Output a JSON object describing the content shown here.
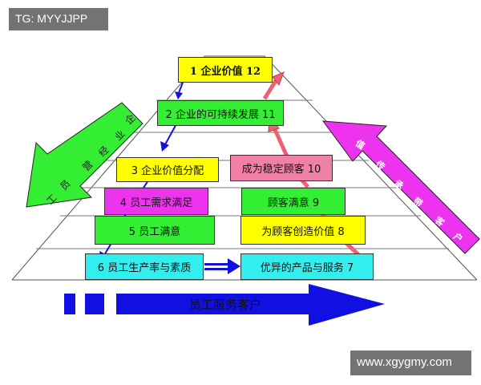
{
  "watermarks": {
    "top_left": "TG: MYYJJPP",
    "bottom_right": "www.xgygmy.com"
  },
  "colors": {
    "yellow": "#ffff00",
    "green": "#33ee33",
    "pink": "#f080a8",
    "magenta": "#ee33ee",
    "cyan": "#33eeee",
    "blue": "#1010e0",
    "red_arrow": "#f06070"
  },
  "boxes": {
    "b1": "1 企业价值 12",
    "b2": "2 企业的可持续发展 11",
    "b3": "3 企业价值分配",
    "b10": "成为稳定顾客 10",
    "b4": "4 员工需求满足",
    "b9": "顾客满意 9",
    "b5": "5 员工满意",
    "b8": "为顾客创造价值 8",
    "b6": "6 员工生产率与素质",
    "b7": "优异的产品与服务 7"
  },
  "left_arrow_chars": [
    "企",
    "业",
    "经",
    "营",
    "员",
    "工"
  ],
  "right_arrow_chars": [
    "值",
    "传",
    "承",
    "带",
    "客",
    "户"
  ],
  "bottom_arrow_label": "员工服务客户"
}
